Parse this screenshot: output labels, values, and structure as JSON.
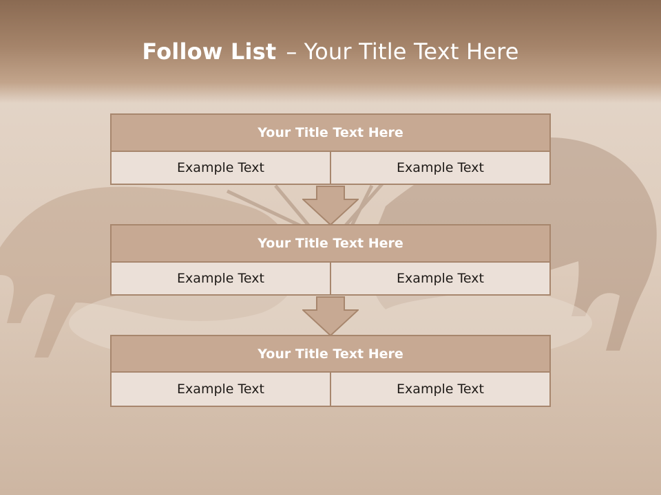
{
  "title": {
    "bold": "Follow List",
    "separator": "–",
    "rest": "Your Title Text Here"
  },
  "steps": [
    {
      "title": "Your Title Text Here",
      "left": "Example Text",
      "right": "Example Text"
    },
    {
      "title": "Your Title Text Here",
      "left": "Example Text",
      "right": "Example Text"
    },
    {
      "title": "Your Title Text Here",
      "left": "Example Text",
      "right": "Example Text"
    }
  ],
  "colors": {
    "header_band": "#a5846a",
    "box_header": "#c7a993",
    "box_border": "#a7866d",
    "box_body": "#ebe0d8",
    "arrow_fill": "#c7a993"
  },
  "background_image": "fighting-antelope-photo"
}
